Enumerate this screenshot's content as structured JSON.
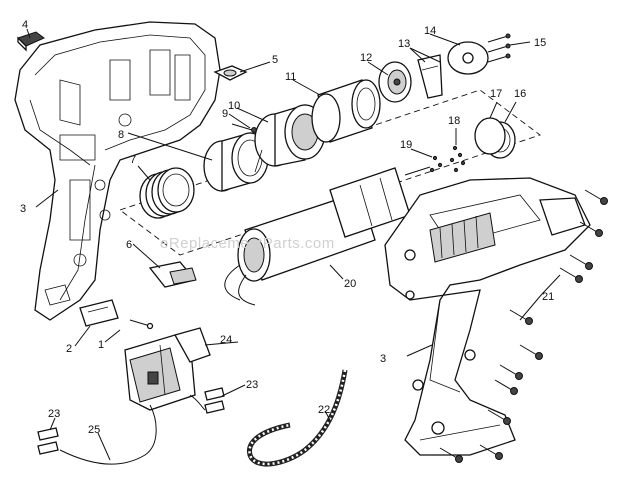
{
  "watermark": "eReplacementParts.com",
  "callouts": {
    "p1": "1",
    "p2": "2",
    "p3a": "3",
    "p3b": "3",
    "p4": "4",
    "p5": "5",
    "p6": "6",
    "p7": "7",
    "p8": "8",
    "p9": "9",
    "p10": "10",
    "p11": "11",
    "p12": "12",
    "p13": "13",
    "p14": "14",
    "p15": "15",
    "p16": "16",
    "p17": "17",
    "p18": "18",
    "p19": "19",
    "p20": "20",
    "p21": "21",
    "p22": "22",
    "p23a": "23",
    "p23b": "23",
    "p24": "24",
    "p25": "25"
  }
}
